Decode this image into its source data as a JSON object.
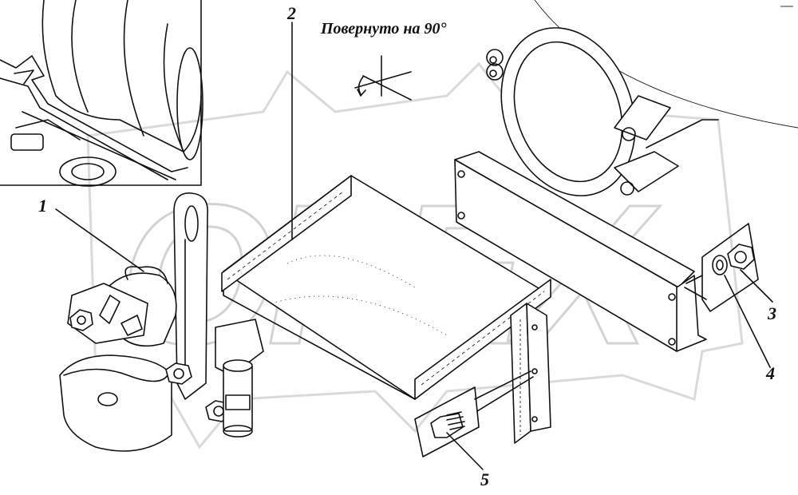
{
  "caption": {
    "rotated_note": "Повернуто на 90°"
  },
  "callouts": [
    {
      "id": "1",
      "label": "1"
    },
    {
      "id": "2",
      "label": "2"
    },
    {
      "id": "3",
      "label": "3"
    },
    {
      "id": "4",
      "label": "4"
    },
    {
      "id": "5",
      "label": "5"
    }
  ],
  "watermark": {
    "text": "OPEX"
  },
  "colors": {
    "line": "#111111",
    "watermark": "#cfcfcf",
    "background": "#ffffff"
  }
}
